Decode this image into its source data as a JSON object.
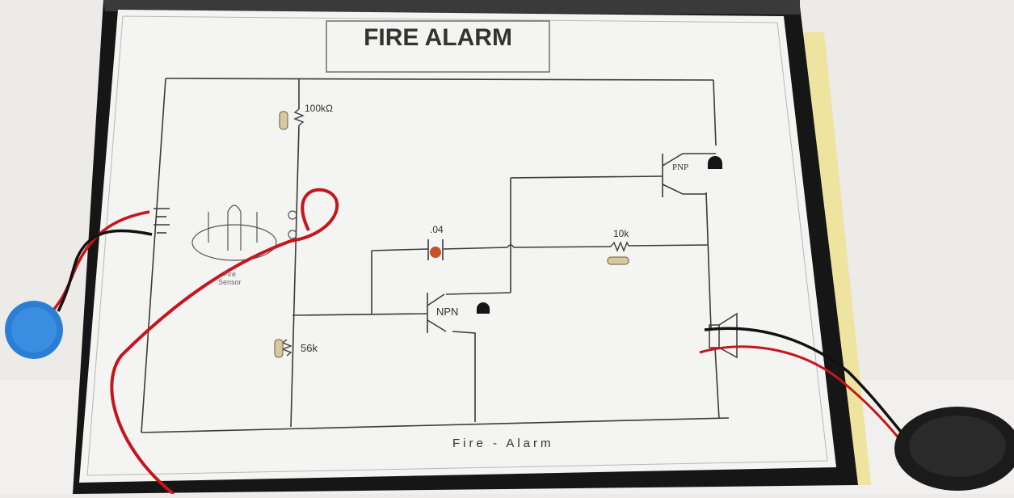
{
  "board": {
    "title": "FIRE ALARM",
    "footer": "Fire - Alarm"
  },
  "labels": {
    "r1": "100kΩ",
    "r2": "56k",
    "r3": "10k",
    "cap": ".04",
    "q1": "NPN",
    "q2": "PNP",
    "sensor": "Fire\nSensor"
  },
  "colors": {
    "board_frame": "#141414",
    "paper": "#f4f4f3",
    "wire_red": "#c4161c",
    "wire_black": "#111111",
    "battery": "#1f7ad1",
    "speaker": "#1a1a1a",
    "side_board": "#f0e7a8"
  }
}
